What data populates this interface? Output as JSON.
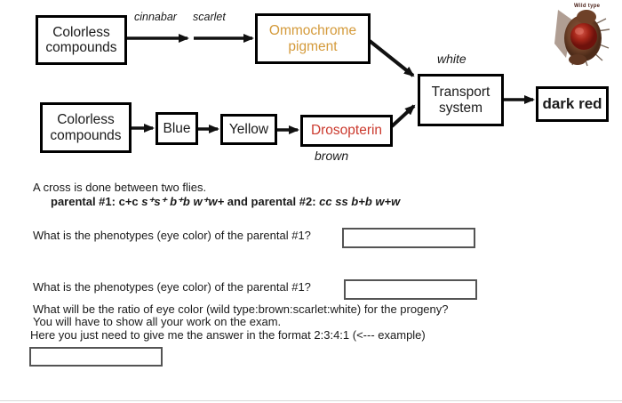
{
  "diagram": {
    "nodes": {
      "colorless_top": "Colorless compounds",
      "ommochrome": "Ommochrome pigment",
      "colorless_bottom": "Colorless compounds",
      "blue": "Blue",
      "yellow": "Yellow",
      "drosopterin": "Drosopterin",
      "transport": "Transport system",
      "dark_red": "dark red"
    },
    "gene_labels": {
      "cinnabar": "cinnabar",
      "scarlet": "scarlet",
      "white": "white",
      "brown": "brown"
    },
    "fly_caption": "Wild type",
    "colors": {
      "ommochrome_text": "#d49a3a",
      "drosopterin_text": "#cb3a2e",
      "node_border": "#000000",
      "arrow": "#111111",
      "fly_eye": "#9c1f15",
      "fly_body": "#6e4128"
    }
  },
  "quiz": {
    "intro": "A cross is done between two flies.",
    "parental": {
      "p1_label": "parental #1:",
      "p1_c": "c+c",
      "p1_s": "s⁺s⁺",
      "p1_b": "b⁺b",
      "p1_w": "w⁺w+",
      "connector": "and",
      "p2_label": "parental #2:",
      "p2_genotype": "cc ss b+b w+w"
    },
    "question1": "What is the phenotypes (eye color) of the parental #1?",
    "question2": "What is the phenotypes (eye color) of the parental #1?",
    "ratio_line1": "What will be the ratio of eye color (wild type:brown:scarlet:white) for the progeny?",
    "ratio_line2": "You will have to show all your work on the exam.",
    "ratio_line3": "Here you just need to give me the answer in the format 2:3:4:1 (<--- example)",
    "answers": {
      "a1": "",
      "a2": "",
      "a3": ""
    }
  }
}
